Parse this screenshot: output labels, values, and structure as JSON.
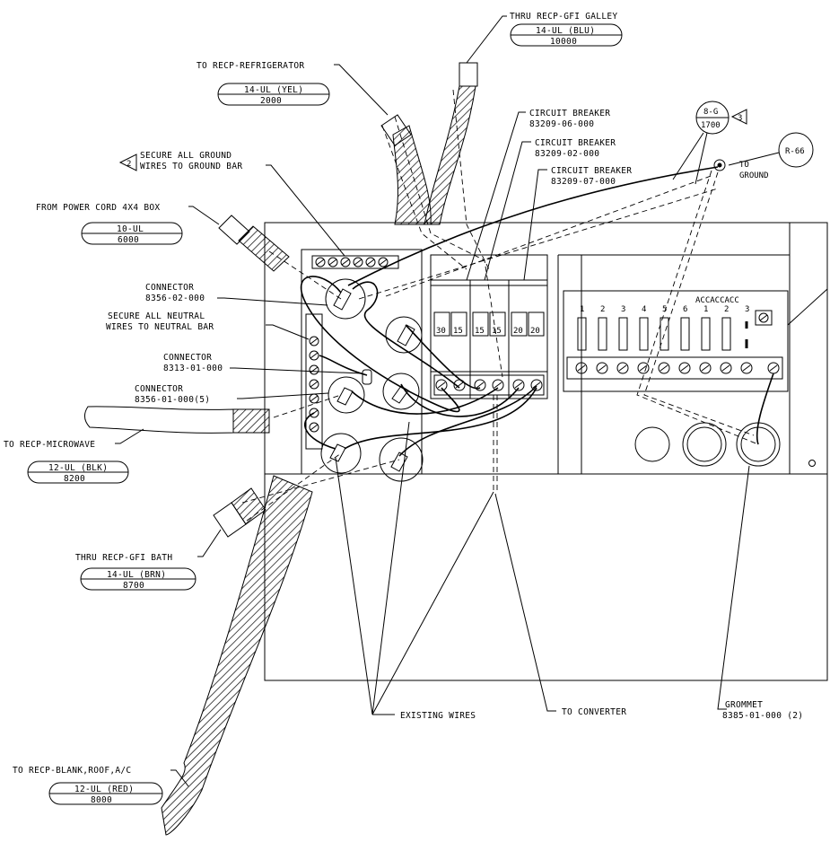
{
  "labels": {
    "galley": "THRU RECP-GFI GALLEY",
    "galley_wire": "14-UL (BLU)",
    "galley_num": "10000",
    "fridge": "TO RECP-REFRIGERATOR",
    "fridge_wire": "14-UL (YEL)",
    "fridge_num": "2000",
    "ground_note_1": "SECURE ALL GROUND",
    "ground_note_2": "WIRES TO GROUND BAR",
    "power": "FROM POWER CORD 4X4 BOX",
    "power_wire": "10-UL",
    "power_num": "6000",
    "conn1_name": "CONNECTOR",
    "conn1_part": "8356-02-000",
    "neutral_1": "SECURE ALL NEUTRAL",
    "neutral_2": "WIRES TO NEUTRAL BAR",
    "conn2_name": "CONNECTOR",
    "conn2_part": "8313-01-000",
    "conn3_name": "CONNECTOR",
    "conn3_part": "8356-01-000(5)",
    "microwave": "TO RECP-MICROWAVE",
    "microwave_wire": "12-UL (BLK)",
    "microwave_num": "8200",
    "bath": "THRU RECP-GFI BATH",
    "bath_wire": "14-UL (BRN)",
    "bath_num": "8700",
    "roof": "TO RECP-BLANK,ROOF,A/C",
    "roof_wire": "12-UL (RED)",
    "roof_num": "8000",
    "cb1_name": "CIRCUIT BREAKER",
    "cb1_part": "83209-06-000",
    "cb2_name": "CIRCUIT BREAKER",
    "cb2_part": "83209-02-000",
    "cb3_name": "CIRCUIT BREAKER",
    "cb3_part": "83209-07-000",
    "bubble_8g_top": "8-G",
    "bubble_8g_bot": "1700",
    "bubble_r66": "R-66",
    "to_ground_1": "TO",
    "to_ground_2": "GROUND",
    "fuse_header": "ACCACCACC",
    "fuse_nums": [
      "1",
      "2",
      "3",
      "4",
      "5",
      "6",
      "1",
      "2",
      "3"
    ],
    "breaker_ratings": [
      "30",
      "15",
      "15",
      "15",
      "20",
      "20"
    ],
    "existing_wires": "EXISTING WIRES",
    "to_converter": "TO CONVERTER",
    "grommet_name": "GROMMET",
    "grommet_part": "8385-01-000 (2)",
    "note_2": "2",
    "note_3": "3"
  }
}
